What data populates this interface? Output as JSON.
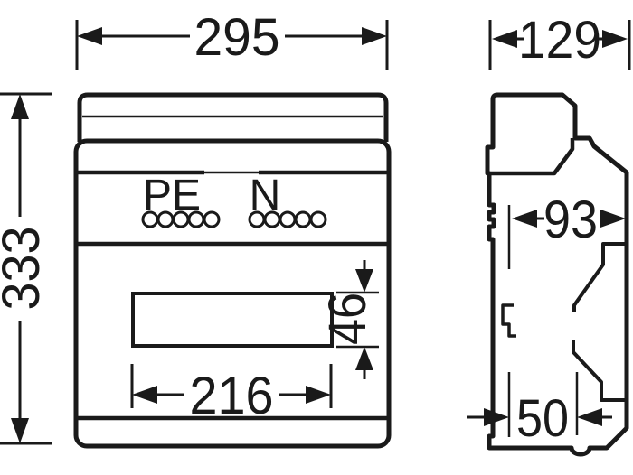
{
  "colors": {
    "line": "#1a1a1a",
    "background": "#ffffff"
  },
  "front_view": {
    "pe_label": "PE",
    "n_label": "N",
    "pe_terminal_count": 5,
    "n_terminal_count": 5,
    "dimensions": {
      "width": "295",
      "height": "333",
      "cutout_width": "216",
      "cutout_height": "46"
    }
  },
  "side_view": {
    "dimensions": {
      "depth": "129",
      "upper_depth": "93",
      "lower_depth": "50"
    }
  }
}
